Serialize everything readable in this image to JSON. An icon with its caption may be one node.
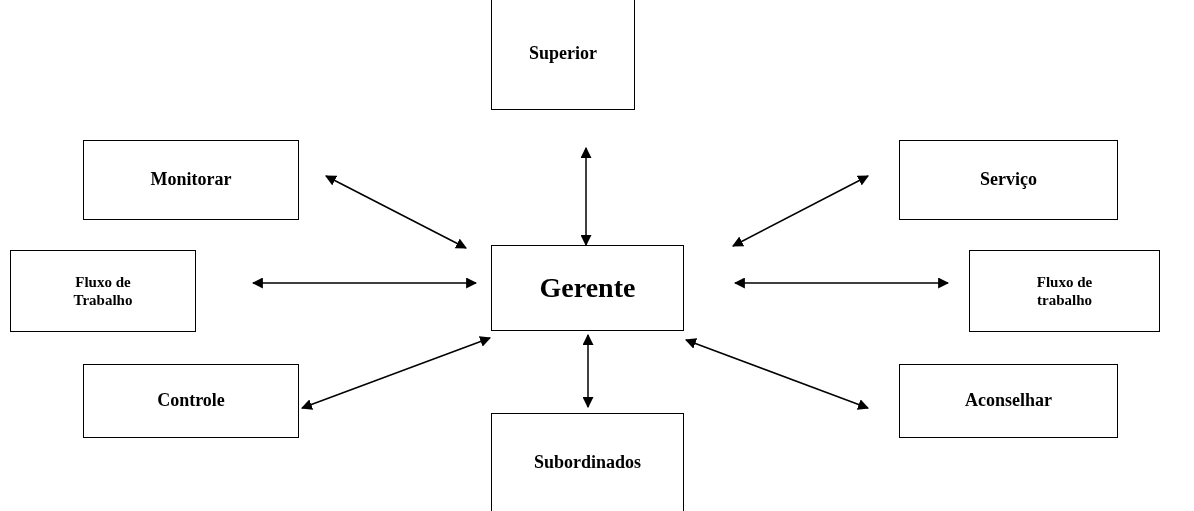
{
  "diagram": {
    "nodes": [
      {
        "text": [
          "Superior"
        ]
      },
      {
        "text": [
          "Monitorar"
        ]
      },
      {
        "text": [
          "Serviço"
        ]
      },
      {
        "text": [
          "Gerente"
        ]
      },
      {
        "text": [
          "Fluxo de Trabalho"
        ]
      },
      {
        "text": [
          "Fluxo de trabalho"
        ]
      },
      {
        "text": [
          "Controle"
        ]
      },
      {
        "text": [
          "Aconselhar"
        ]
      },
      {
        "text": [
          "Subordinados"
        ]
      }
    ],
    "edges": [
      {
        "from": 3,
        "to": 0,
        "arrow": "both"
      },
      {
        "from": 3,
        "to": 1,
        "arrow": "both"
      },
      {
        "from": 3,
        "to": 2,
        "arrow": "both"
      },
      {
        "from": 3,
        "to": 4,
        "arrow": "both"
      },
      {
        "from": 3,
        "to": 5,
        "arrow": "both"
      },
      {
        "from": 3,
        "to": 6,
        "arrow": "both"
      },
      {
        "from": 3,
        "to": 7,
        "arrow": "both"
      },
      {
        "from": 3,
        "to": 8,
        "arrow": "both"
      }
    ]
  }
}
